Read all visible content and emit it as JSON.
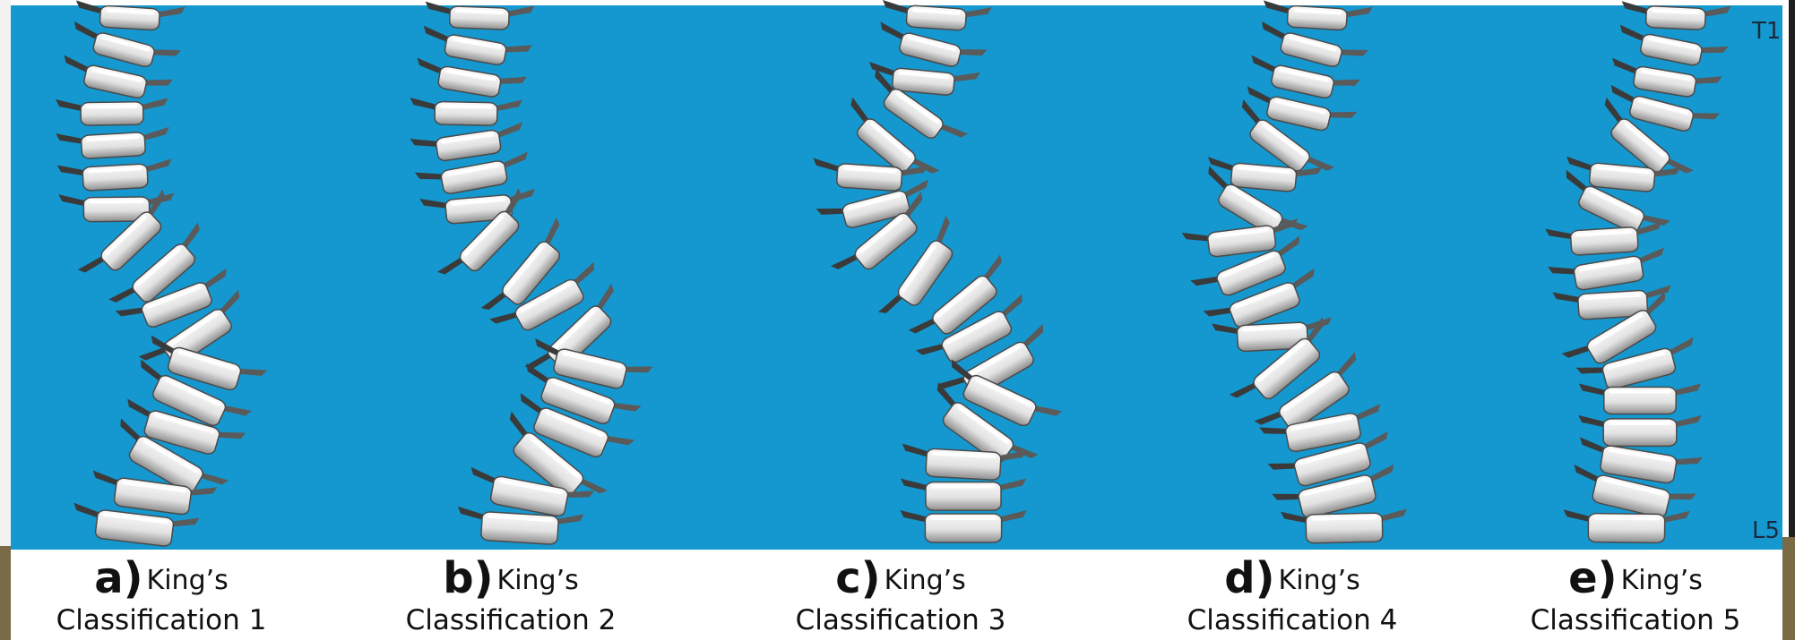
{
  "figure": {
    "background_color": "#1498cf",
    "level_top": "T1",
    "level_bottom": "L5",
    "panels": [
      {
        "letter": "a)",
        "kings": "King’s",
        "classification": "Classification 1",
        "curve": "single thoracic curve with lumbar counter-curve"
      },
      {
        "letter": "b)",
        "kings": "King’s",
        "classification": "Classification 2",
        "curve": "thoracic and lumbar curves"
      },
      {
        "letter": "c)",
        "kings": "King’s",
        "classification": "Classification 3",
        "curve": "thoracic curve"
      },
      {
        "letter": "d)",
        "kings": "King’s",
        "classification": "Classification 4",
        "curve": "long thoracic curve"
      },
      {
        "letter": "e)",
        "kings": "King’s",
        "classification": "Classification 5",
        "curve": "double thoracic curve"
      }
    ]
  }
}
